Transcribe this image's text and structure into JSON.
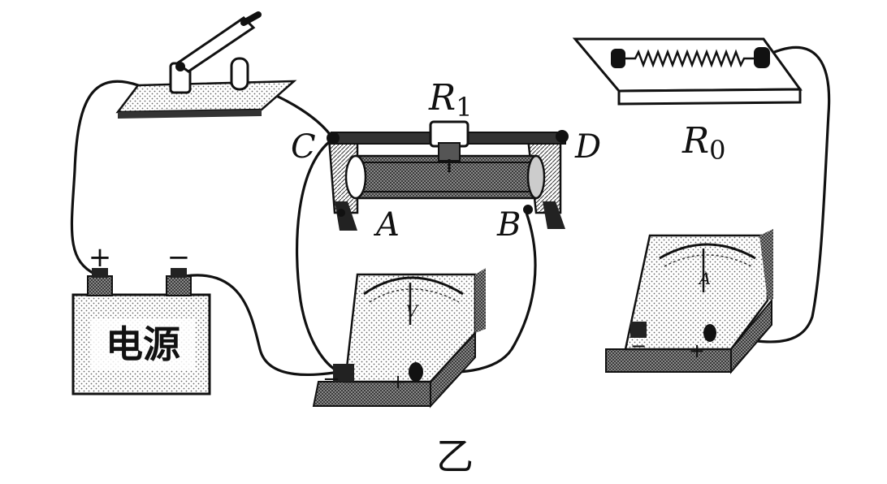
{
  "labels": {
    "r1": "R",
    "r1_sub": "1",
    "r0": "R",
    "r0_sub": "0",
    "c": "C",
    "d": "D",
    "a": "A",
    "b": "B",
    "power": "电源",
    "figure": "乙",
    "battery_plus": "+",
    "battery_minus": "−",
    "voltmeter_symbol": "V",
    "voltmeter_minus": "−",
    "voltmeter_plus": "+",
    "ammeter_symbol": "A",
    "ammeter_minus": "−",
    "ammeter_plus": "+"
  }
}
